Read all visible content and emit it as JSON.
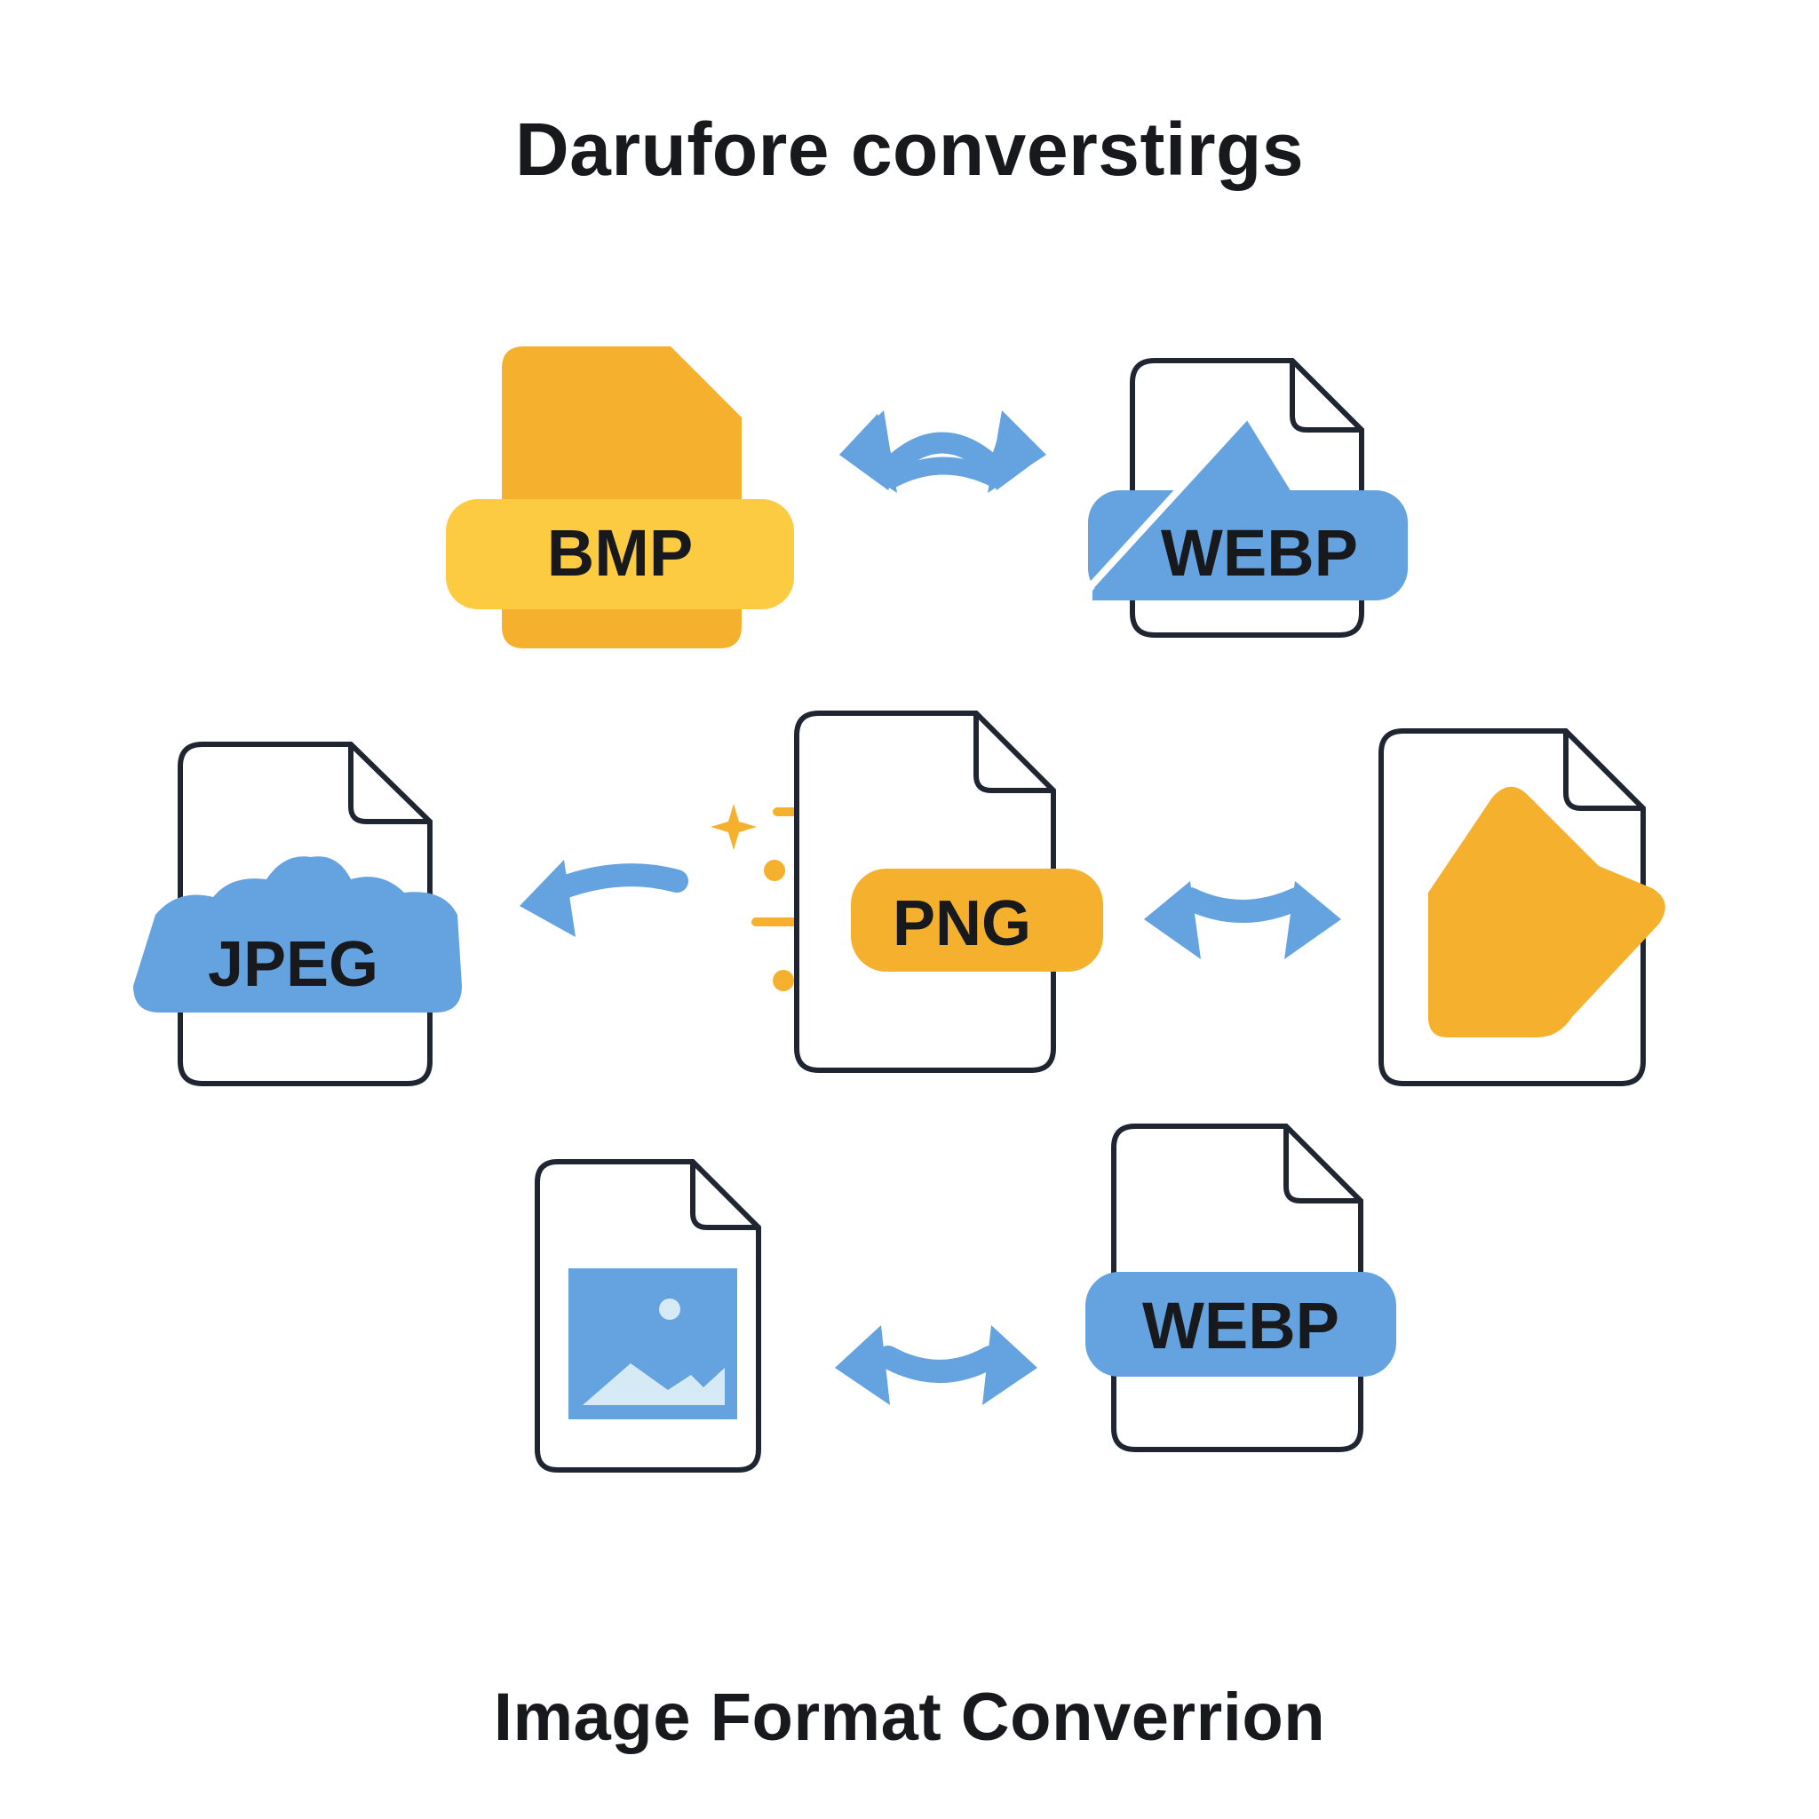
{
  "header": {
    "title": "Darufore converstirgs"
  },
  "footer": {
    "caption": "Image Format Converrion"
  },
  "colors": {
    "blue": "#65A3E0",
    "orange": "#F5B02E",
    "yellow": "#FCCB42",
    "outline": "#1F2631",
    "light_blue": "#D6EAF5",
    "ink": "#17191C"
  },
  "files": {
    "bmp": {
      "label": "BMP"
    },
    "webp_top": {
      "label": "WEBP"
    },
    "jpeg": {
      "label": "JPEG"
    },
    "png": {
      "label": "PNG"
    },
    "orange_file": {
      "label": ""
    },
    "image_file": {
      "label": ""
    },
    "webp_bottom": {
      "label": "WEBP"
    }
  },
  "icons": {
    "arrows": [
      "double-arrow-icon",
      "left-arrow-icon",
      "double-arrow-icon",
      "double-arrow-icon"
    ],
    "decorations": [
      "sparkle-icon",
      "cloud-icon",
      "mountain-image-icon",
      "sun-icon"
    ]
  }
}
